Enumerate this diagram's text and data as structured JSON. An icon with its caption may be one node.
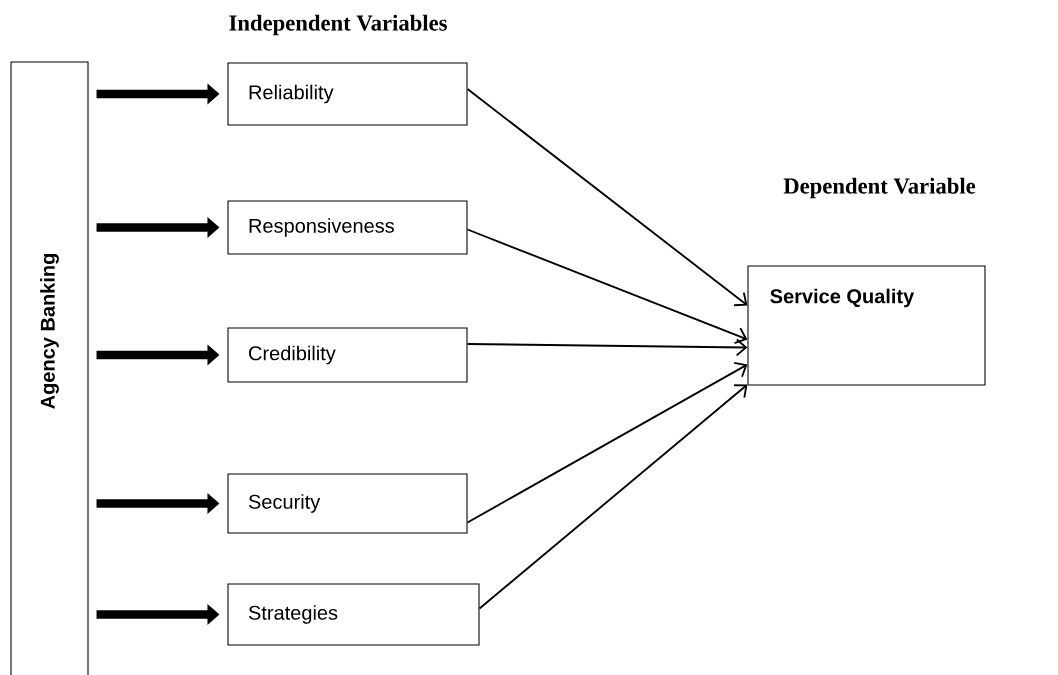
{
  "diagram": {
    "nodes": [
      {
        "text": [
          "Agency Banking"
        ]
      },
      {
        "text": [
          "Reliability"
        ]
      },
      {
        "text": [
          "Responsiveness"
        ]
      },
      {
        "text": [
          "Credibility"
        ]
      },
      {
        "text": [
          "Security"
        ]
      },
      {
        "text": [
          "Strategies"
        ]
      },
      {
        "text": [
          "Service Quality"
        ]
      }
    ],
    "edges": [
      {
        "from": 0,
        "to": 1,
        "arrow": "to",
        "style": "thick"
      },
      {
        "from": 0,
        "to": 2,
        "arrow": "to",
        "style": "thick"
      },
      {
        "from": 0,
        "to": 3,
        "arrow": "to",
        "style": "thick"
      },
      {
        "from": 0,
        "to": 4,
        "arrow": "to",
        "style": "thick"
      },
      {
        "from": 0,
        "to": 5,
        "arrow": "to",
        "style": "thick"
      },
      {
        "from": 1,
        "to": 6,
        "arrow": "to"
      },
      {
        "from": 2,
        "to": 6,
        "arrow": "to"
      },
      {
        "from": 3,
        "to": 6,
        "arrow": "to"
      },
      {
        "from": 4,
        "to": 6,
        "arrow": "to"
      },
      {
        "from": 5,
        "to": 6,
        "arrow": "to"
      }
    ],
    "labels": [
      "Independent Variables",
      "Dependent Variable"
    ]
  }
}
